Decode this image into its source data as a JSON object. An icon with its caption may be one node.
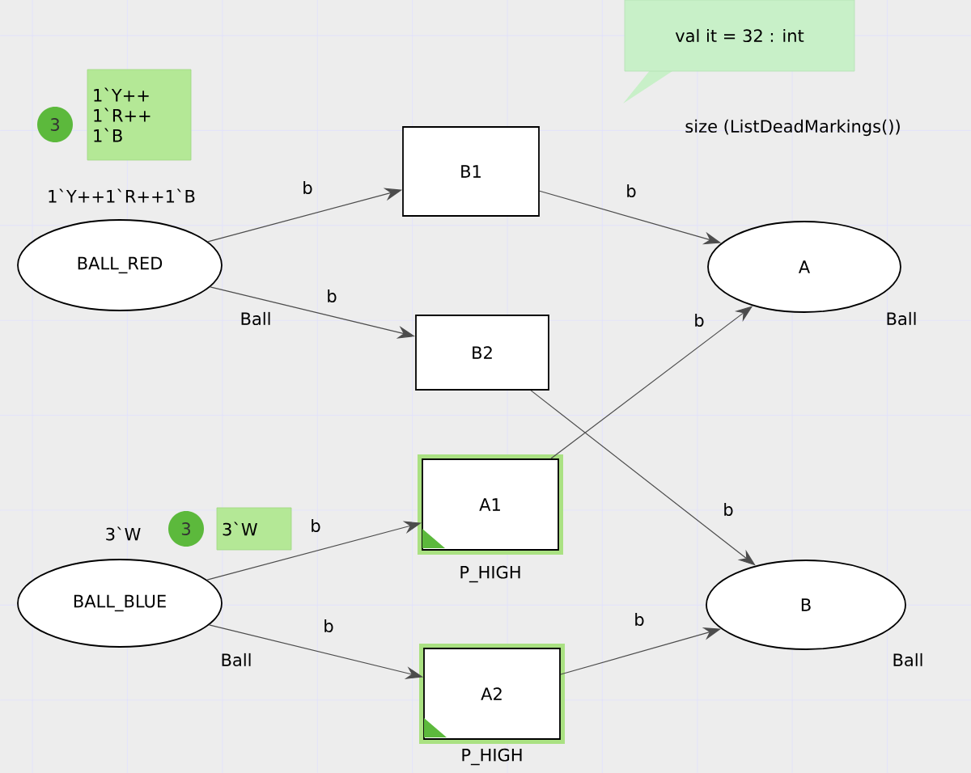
{
  "diagram": {
    "nodes": [
      {
        "text": [
          "BALL_RED"
        ],
        "beside": [
          "1`Y++1`R++1`B",
          "Ball"
        ]
      },
      {
        "text": [
          "BALL_BLUE"
        ],
        "beside": [
          "3`W",
          "Ball"
        ]
      },
      {
        "text": [
          "B1"
        ]
      },
      {
        "text": [
          "B2"
        ]
      },
      {
        "text": [
          "A1"
        ],
        "beside": [
          "P_HIGH"
        ]
      },
      {
        "text": [
          "A2"
        ],
        "beside": [
          "P_HIGH"
        ]
      },
      {
        "text": [
          "A"
        ],
        "beside": [
          "Ball"
        ]
      },
      {
        "text": [
          "B"
        ],
        "beside": [
          "Ball"
        ]
      },
      {
        "text": [
          "3"
        ]
      },
      {
        "text": [
          "1`Y++ 1`R++ 1`B"
        ]
      },
      {
        "text": [
          "3"
        ]
      },
      {
        "text": [
          "3`W"
        ]
      },
      {
        "text": [
          "val it = 32 : int"
        ]
      }
    ],
    "edges": [
      {
        "from": 0,
        "to": 2,
        "arrow": "to",
        "label": "b"
      },
      {
        "from": 0,
        "to": 3,
        "arrow": "to",
        "label": "b"
      },
      {
        "from": 1,
        "to": 4,
        "arrow": "to",
        "label": "b"
      },
      {
        "from": 1,
        "to": 5,
        "arrow": "to",
        "label": "b"
      },
      {
        "from": 2,
        "to": 6,
        "arrow": "to",
        "label": "b"
      },
      {
        "from": 3,
        "to": 7,
        "arrow": "to",
        "label": "b"
      },
      {
        "from": 4,
        "to": 6,
        "arrow": "to",
        "label": "b"
      },
      {
        "from": 5,
        "to": 7,
        "arrow": "to",
        "label": "b"
      }
    ],
    "labels": [
      "size (ListDeadMarkings())"
    ]
  }
}
